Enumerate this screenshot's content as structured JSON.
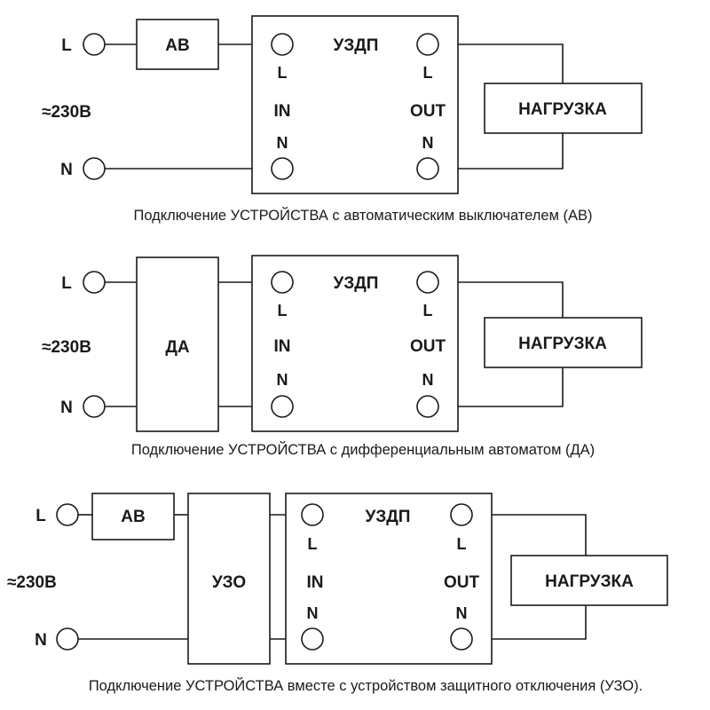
{
  "diagrams": [
    {
      "input_l": "L",
      "voltage": "≈230В",
      "input_n": "N",
      "breaker": "АВ",
      "device": {
        "title": "УЗДП",
        "in_l": "L",
        "in_label": "IN",
        "in_n": "N",
        "out_l": "L",
        "out_label": "OUT",
        "out_n": "N"
      },
      "load": "НАГРУЗКА",
      "caption": "Подключение УСТРОЙСТВА с автоматическим выключателем (АВ)"
    },
    {
      "input_l": "L",
      "voltage": "≈230В",
      "input_n": "N",
      "breaker": "ДА",
      "device": {
        "title": "УЗДП",
        "in_l": "L",
        "in_label": "IN",
        "in_n": "N",
        "out_l": "L",
        "out_label": "OUT",
        "out_n": "N"
      },
      "load": "НАГРУЗКА",
      "caption": "Подключение УСТРОЙСТВА с дифференциальным автоматом (ДА)"
    },
    {
      "input_l": "L",
      "voltage": "≈230В",
      "input_n": "N",
      "breaker": "АВ",
      "rcd": "УЗО",
      "device": {
        "title": "УЗДП",
        "in_l": "L",
        "in_label": "IN",
        "in_n": "N",
        "out_l": "L",
        "out_label": "OUT",
        "out_n": "N"
      },
      "load": "НАГРУЗКА",
      "caption": "Подключение УСТРОЙСТВА вместе с устройством защитного отключения (УЗО)."
    }
  ]
}
